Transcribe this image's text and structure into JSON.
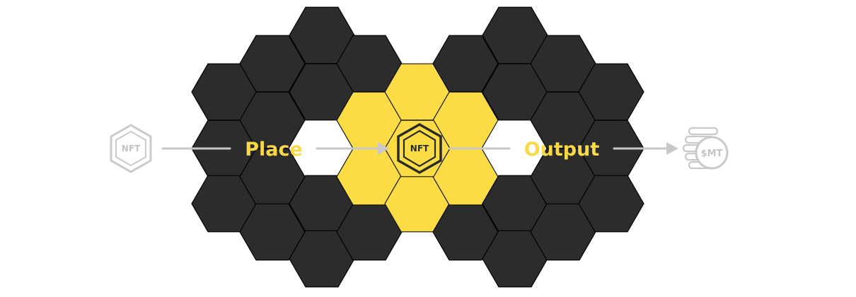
{
  "colors": {
    "dark_cell": "#2c2c2c",
    "gold_cell": "#fcdc44",
    "label": "#f9d946",
    "gray_icon": "#c8c8c8",
    "badge_dark": "#2a2a2a"
  },
  "flow": {
    "input_icon": {
      "icon": "nft-badge-icon",
      "label": "NFT"
    },
    "place_label": "Place",
    "center_icon": {
      "icon": "nft-badge-icon",
      "label": "NFT"
    },
    "output_label": "Output",
    "output_icon": {
      "icon": "coin-stack-icon",
      "label": "$MT"
    }
  }
}
